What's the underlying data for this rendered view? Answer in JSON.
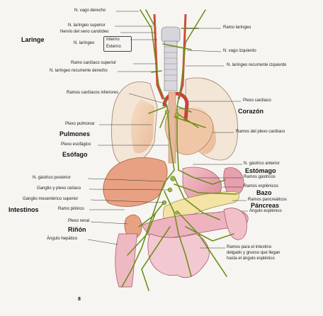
{
  "labels": {
    "n_vago_derecho": "N. vago derecho",
    "n_laringeo_superior": "N. laríngeo superior",
    "nervio_seno_carotideo": "Nervio del seno carotídeo",
    "n_laringeo": "N. laríngeo",
    "interno": "Interno",
    "externo": "Externo",
    "ramo_cardiaco_superior": "Ramo cardíaco superior",
    "n_laringeo_recurrente_derecho": "N. laríngeo recurrente derecho",
    "ramos_cardiacos_inferiores": "Ramos cardíacos inferiores",
    "plexo_pulmonar": "Plexo pulmonar",
    "plexo_esofagico": "Plexo esofágico",
    "n_gastrico_posterior": "N. gástrico posterior",
    "ganglio_plexo_celiaco": "Ganglio y plexo celíaco",
    "ganglio_mesenterico_superior": "Ganglio mesentérico superior",
    "ramo_pilorico": "Ramo pilórico",
    "plexo_renal": "Plexo renal",
    "angulo_hepatico": "Ángulo hepático",
    "ramo_laringeo": "Ramo laríngeo",
    "n_vago_izquierdo": "N. vago izquierdo",
    "n_laringeo_recurrente_izquierdo": "N. laríngeo recurrente izquierdo",
    "plexo_cardiaco": "Plexo cardíaco",
    "ramos_plexo_cardiaco": "Ramos del plexo cardíaco",
    "n_gastrico_anterior": "N. gástrico anterior",
    "ramos_gastricos": "Ramos gástricos",
    "ramos_esplenicos": "Ramos esplénicos",
    "ramos_pancreaticos": "Ramos pancreáticos",
    "angulo_esplenico": "Ángulo esplénico",
    "ramos_intestino_1": "Ramos para el intestino",
    "ramos_intestino_2": "delgado y grueso que llegan",
    "ramos_intestino_3": "hasta el ángulo esplénico"
  },
  "organs": {
    "laringe": "Laringe",
    "corazon": "Corazón",
    "pulmones": "Pulmones",
    "esofago": "Esófago",
    "estomago": "Estómago",
    "bazo": "Bazo",
    "pancreas": "Páncreas",
    "intestinos": "Intestinos",
    "rinon": "Riñón"
  },
  "page_marker": "8",
  "colors": {
    "nerve": "#6e8f1f",
    "artery": "#d24a3a",
    "lung": "#f1c6a3",
    "organ_pink": "#eaa3b0",
    "organ_peach": "#e9a183",
    "pancreas": "#f3e3a4",
    "trachea": "#d9d6dc"
  }
}
